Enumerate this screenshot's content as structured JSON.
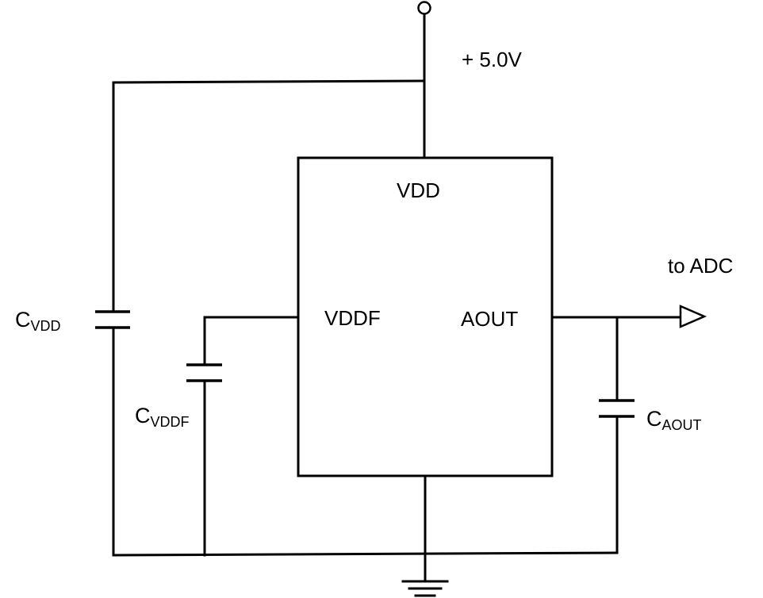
{
  "supply": {
    "label": "+ 5.0V"
  },
  "chip": {
    "pins": {
      "vdd": "VDD",
      "vddf": "VDDF",
      "aout": "AOUT"
    }
  },
  "output": {
    "label": "to ADC"
  },
  "capacitors": {
    "vdd": {
      "main": "C",
      "sub": "VDD"
    },
    "vddf": {
      "main": "C",
      "sub": "VDDF"
    },
    "aout": {
      "main": "C",
      "sub": "AOUT"
    }
  },
  "colors": {
    "line": "#000000",
    "background": "#ffffff"
  }
}
